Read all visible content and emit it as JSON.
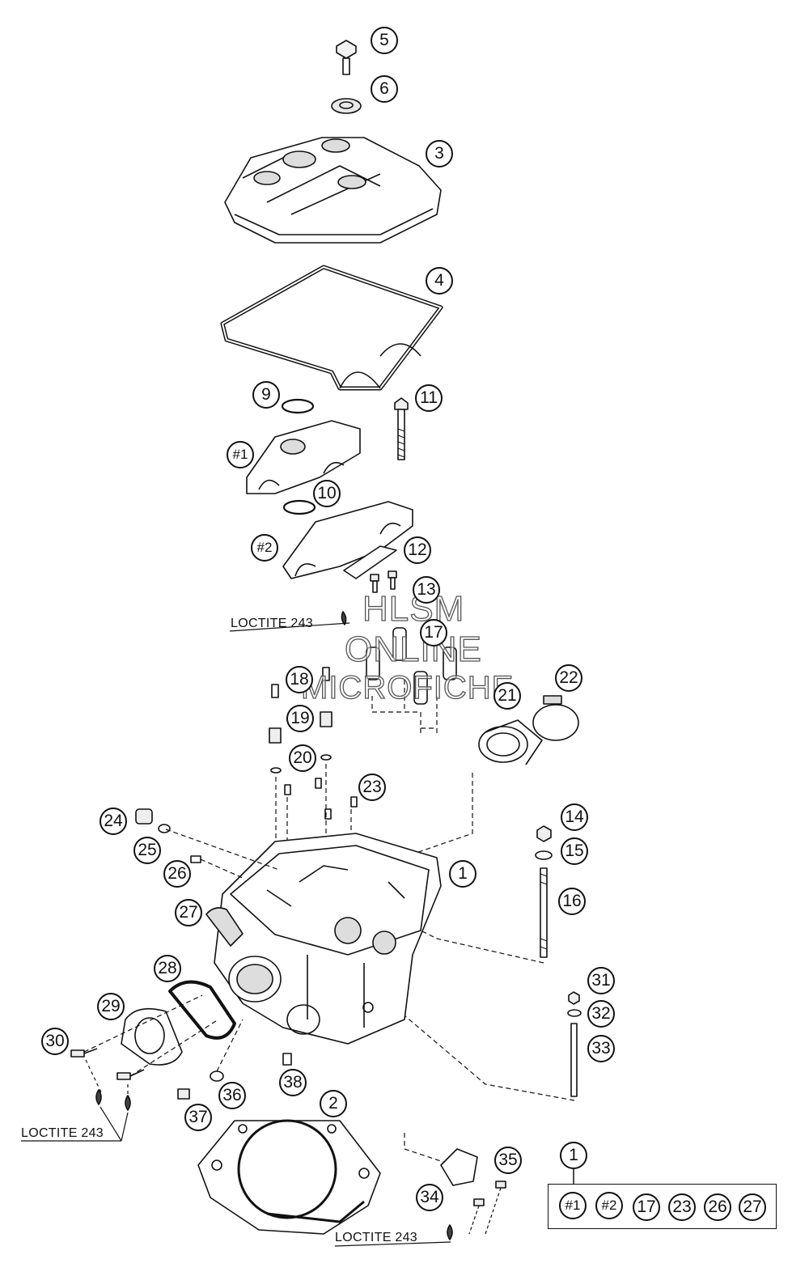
{
  "diagram": {
    "callouts": {
      "c1": "1",
      "c2": "2",
      "c3": "3",
      "c4": "4",
      "c5": "5",
      "c6": "6",
      "c9": "9",
      "c10": "10",
      "c11": "11",
      "c12": "12",
      "c13": "13",
      "c14": "14",
      "c15": "15",
      "c16": "16",
      "c17": "17",
      "c18": "18",
      "c19": "19",
      "c20": "20",
      "c21": "21",
      "c22": "22",
      "c23": "23",
      "c24": "24",
      "c25": "25",
      "c26": "26",
      "c27": "27",
      "c28": "28",
      "c29": "29",
      "c30": "30",
      "c31": "31",
      "c32": "32",
      "c33": "33",
      "c34": "34",
      "c35": "35",
      "c36": "36",
      "c37": "37",
      "c38": "38",
      "h1": "#1",
      "h2": "#2"
    },
    "loctite": [
      "LOCTITE 243",
      "LOCTITE 243",
      "LOCTITE 243"
    ],
    "kit": {
      "header": "1",
      "items": [
        "#1",
        "#2",
        "17",
        "23",
        "26",
        "27"
      ]
    },
    "watermark": [
      "HLSM",
      "ONLINE",
      "MICROFICHE"
    ]
  },
  "colors": {
    "line": "#111111",
    "part_fill": "#ffffff",
    "shade": "#cfcfcf"
  }
}
